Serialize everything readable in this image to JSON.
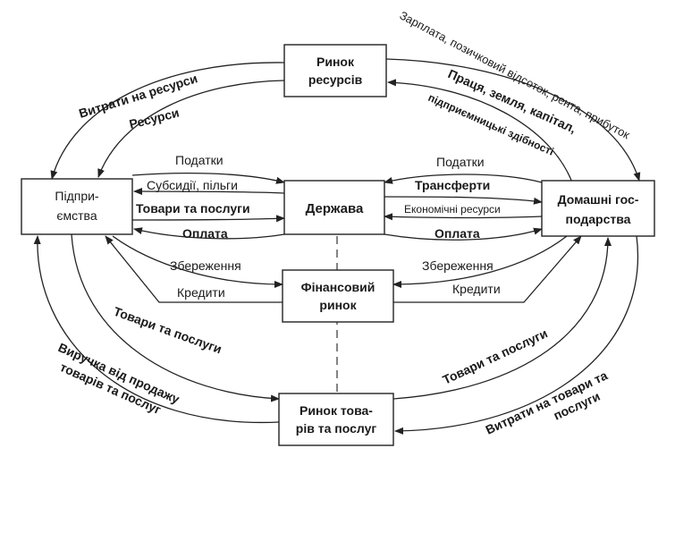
{
  "nodes": {
    "resource_market": [
      "Ринок",
      "ресурсів"
    ],
    "enterprises": [
      "Підпри-",
      "ємства"
    ],
    "government": [
      "Держава"
    ],
    "households": [
      "Домашні гос-",
      "подарства"
    ],
    "financial_market": [
      "Фінансовий",
      "ринок"
    ],
    "goods_market": [
      "Ринок това-",
      "рів та послуг"
    ]
  },
  "flows": {
    "resource_spending": "Витрати на ресурси",
    "resources": "Ресурси",
    "wages": "Зарплата, позичковий відсоток, рента, прибуток",
    "factors_1": "Праця, земля, капітал,",
    "factors_2": "підприємницькі здібності",
    "taxes_left": "Податки",
    "subsidies": "Субсидії, пільги",
    "goods_to_gov": "Товари та послуги",
    "payment_left": "Оплата",
    "taxes_right": "Податки",
    "transfers": "Трансферти",
    "econ_resources": "Економічні ресурси",
    "payment_right": "Оплата",
    "savings_left": "Збереження",
    "credits_left": "Кредити",
    "savings_right": "Збереження",
    "credits_right": "Кредити",
    "goods_left": "Товари та послуги",
    "goods_right": "Товари та послуги",
    "revenue_1": "Виручка від продажу",
    "revenue_2": "товарів та послуг",
    "goods_spending_1": "Витрати на товари та",
    "goods_spending_2": "послуги"
  }
}
